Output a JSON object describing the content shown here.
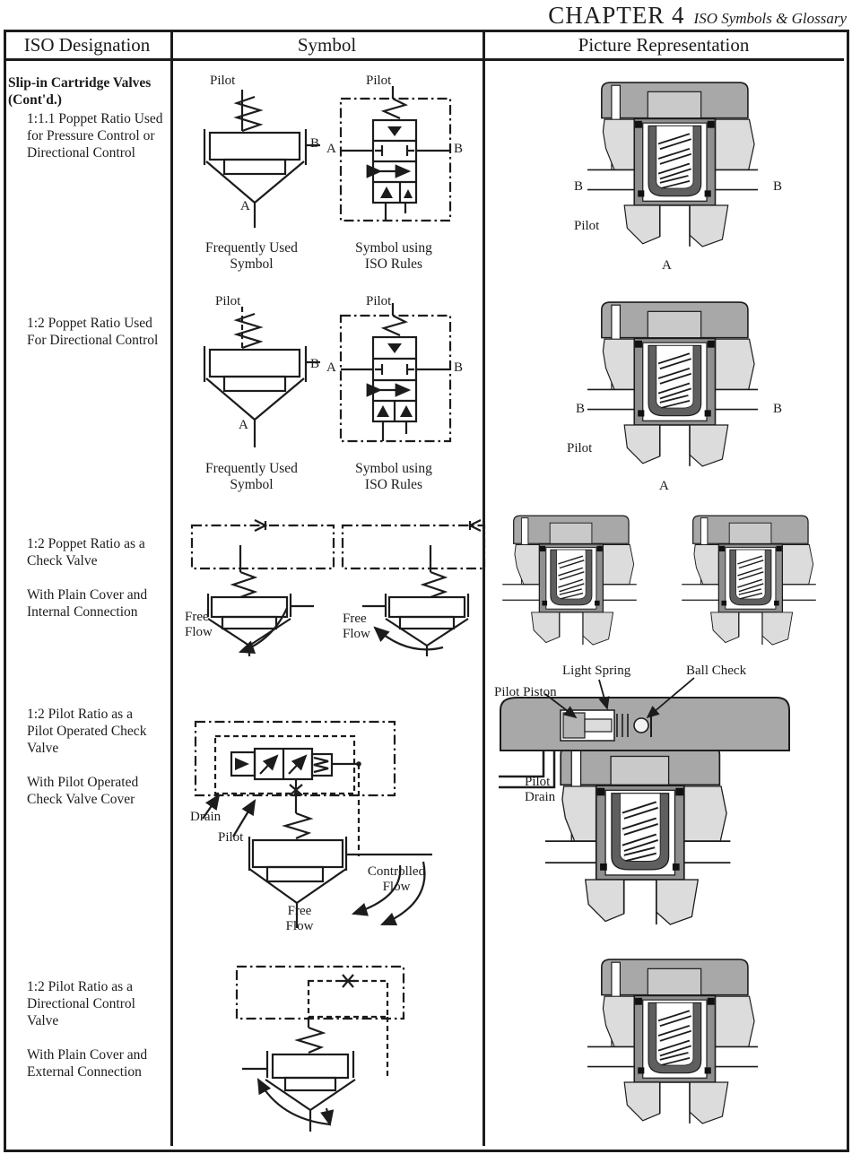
{
  "page": {
    "chapter_title": "CHAPTER 4",
    "chapter_subtitle": "ISO Symbols & Glossary"
  },
  "table": {
    "columns": [
      "ISO Designation",
      "Symbol",
      "Picture Representation"
    ]
  },
  "colors": {
    "ink": "#1c1c1c",
    "metal_dark": "#a8a8a8",
    "metal_light": "#dcdcdc",
    "sleeve_gray": "#8f8f8f",
    "paper": "#ffffff"
  },
  "rows": [
    {
      "designation_heading": "Slip-in Cartridge Valves\n(Cont'd.)",
      "designation": "1:1.1 Poppet Ratio Used\nfor Pressure Control or\nDirectional Control",
      "symbol_labels": {
        "pilot_left": "Pilot",
        "pilot_right": "Pilot",
        "b_left": "B",
        "a_left": "A",
        "a_right": "A",
        "b_right": "B",
        "caption_left": "Frequently Used\nSymbol",
        "caption_right": "Symbol using\nISO Rules"
      },
      "picture_labels": {
        "b_left": "B",
        "b_right": "B",
        "pilot": "Pilot",
        "a": "A"
      }
    },
    {
      "designation": "1:2 Poppet Ratio Used\nFor Directional Control",
      "symbol_labels": {
        "pilot_left": "Pilot",
        "pilot_right": "Pilot",
        "b_left": "B",
        "a_left": "A",
        "a_right": "A",
        "b_right": "B",
        "caption_left": "Frequently Used\nSymbol",
        "caption_right": "Symbol using\nISO Rules"
      },
      "picture_labels": {
        "b_left": "B",
        "b_right": "B",
        "pilot": "Pilot",
        "a": "A"
      }
    },
    {
      "designation": "1:2 Poppet Ratio as a\nCheck Valve\n\nWith Plain Cover and\nInternal Connection",
      "symbol_labels": {
        "free_flow_left": "Free\nFlow",
        "free_flow_right": "Free\nFlow"
      }
    },
    {
      "designation": "1:2 Pilot Ratio as a\nPilot Operated Check\nValve\n\nWith Pilot Operated\nCheck Valve Cover",
      "symbol_labels": {
        "drain": "Drain",
        "pilot": "Pilot",
        "controlled_flow": "Controlled\nFlow",
        "free_flow": "Free\nFlow"
      },
      "picture_labels": {
        "light_spring": "Light Spring",
        "ball_check": "Ball Check",
        "pilot_piston": "Pilot Piston",
        "pilot_drain": "Pilot\nDrain"
      }
    },
    {
      "designation": "1:2 Pilot Ratio as a\nDirectional Control\nValve\n\nWith Plain Cover and\nExternal Connection"
    }
  ]
}
